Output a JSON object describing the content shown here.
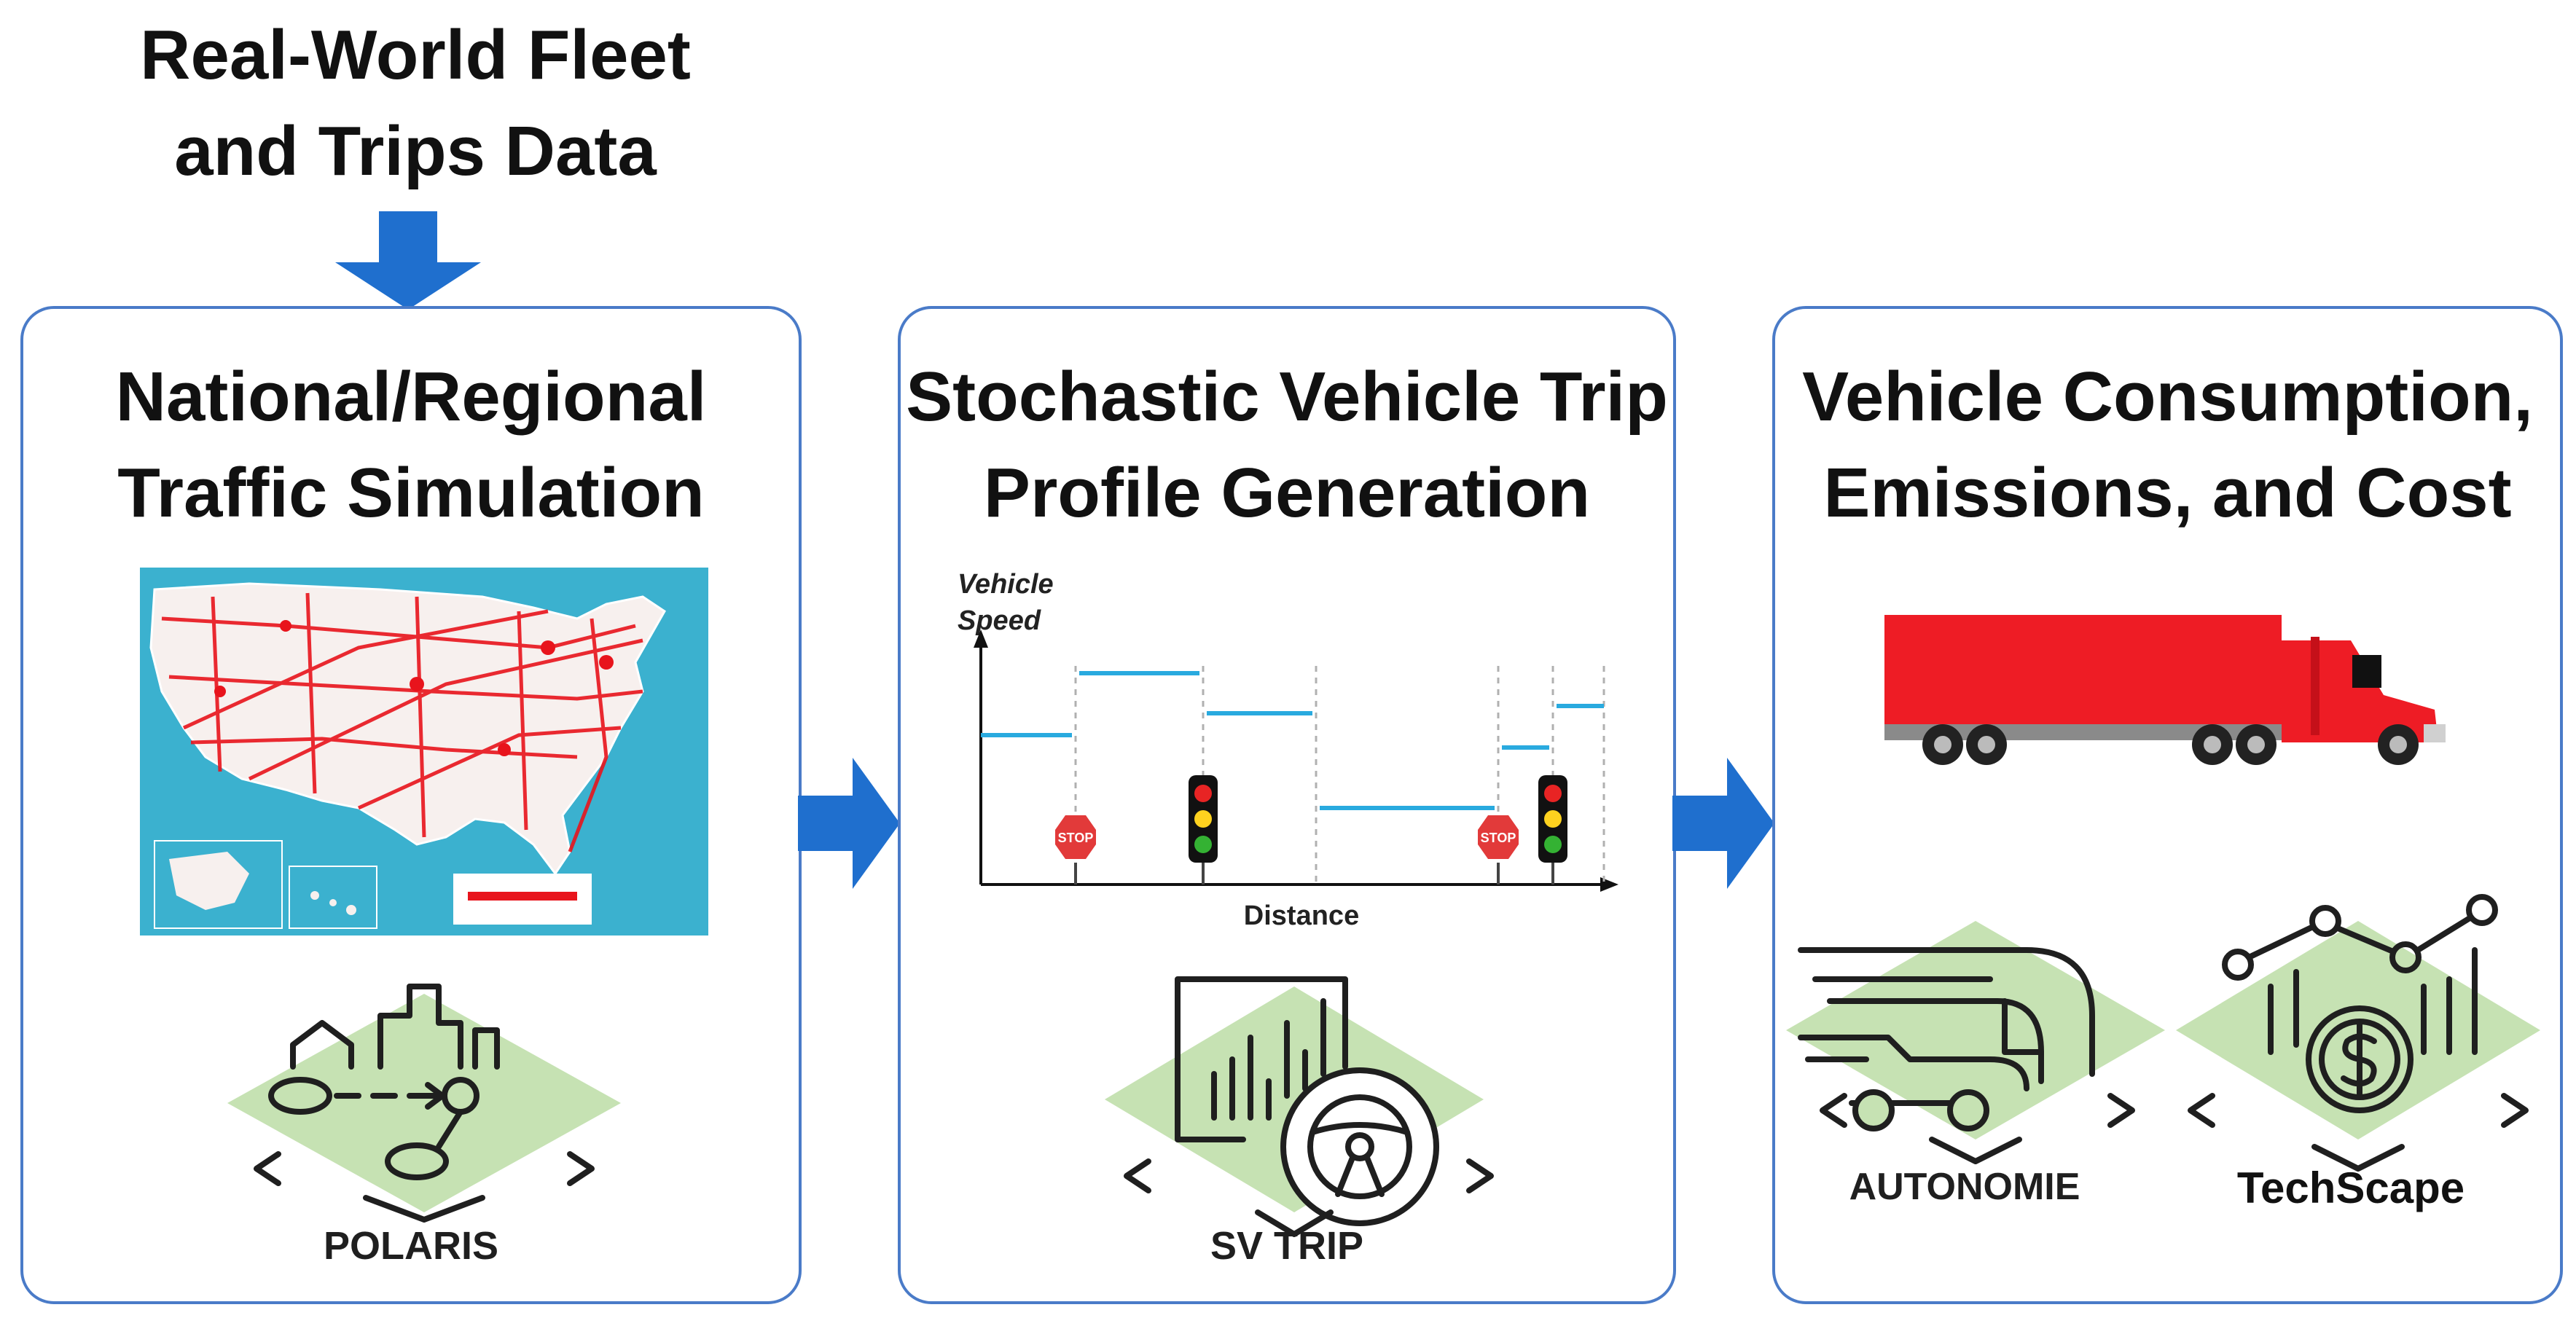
{
  "input": {
    "line1": "Real-World Fleet",
    "line2": "and Trips Data"
  },
  "panels": [
    {
      "title1": "National/Regional",
      "title2": "Traffic Simulation",
      "tool": "POLARIS"
    },
    {
      "title1": "Stochastic Vehicle Trip",
      "title2": "Profile Generation",
      "tool": "SV TRIP"
    },
    {
      "title1": "Vehicle Consumption,",
      "title2": "Emissions, and Cost",
      "tools": [
        "AUTONOMIE",
        "TechScape"
      ]
    }
  ],
  "chart": {
    "ylabel1": "Vehicle",
    "ylabel2": "Speed",
    "xlabel": "Distance",
    "stop_sign": "STOP"
  },
  "colors": {
    "arrow": "#1f6fce",
    "border": "#4a7bc8",
    "highlight": "#c6e2b3",
    "chart_line": "#29aadf",
    "truck": "#ee1c25"
  }
}
